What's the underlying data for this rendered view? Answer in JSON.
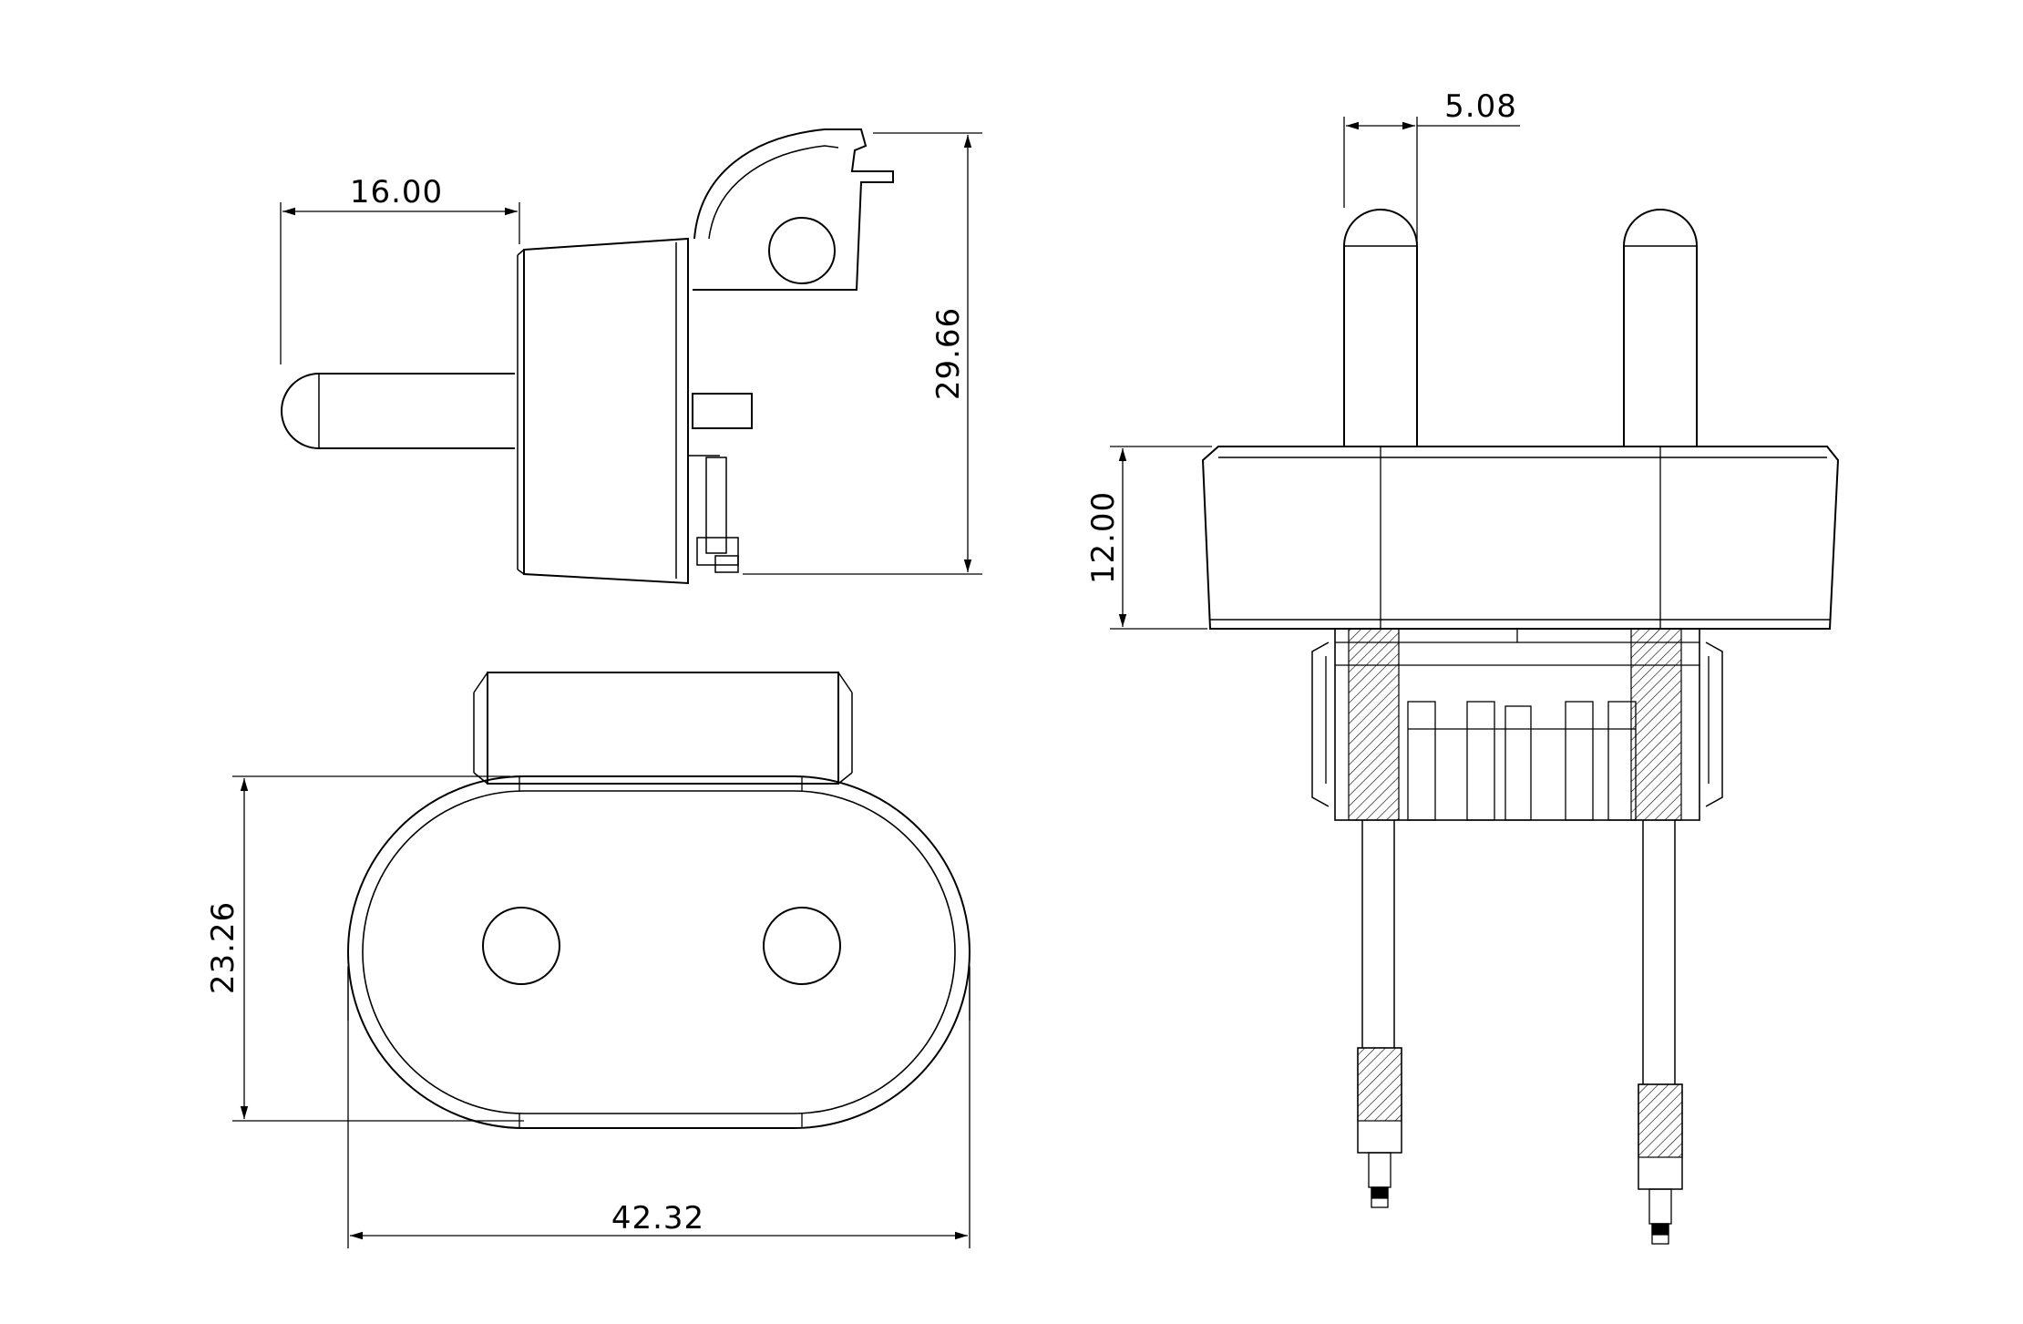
{
  "dimensions": {
    "side_pin_length": "16.00",
    "side_height": "29.66",
    "front_pin_offset": "5.08",
    "front_body_height": "12.00",
    "bottom_depth": "23.26",
    "bottom_width": "42.32"
  },
  "colors": {
    "line": "#000000",
    "background": "#ffffff"
  }
}
